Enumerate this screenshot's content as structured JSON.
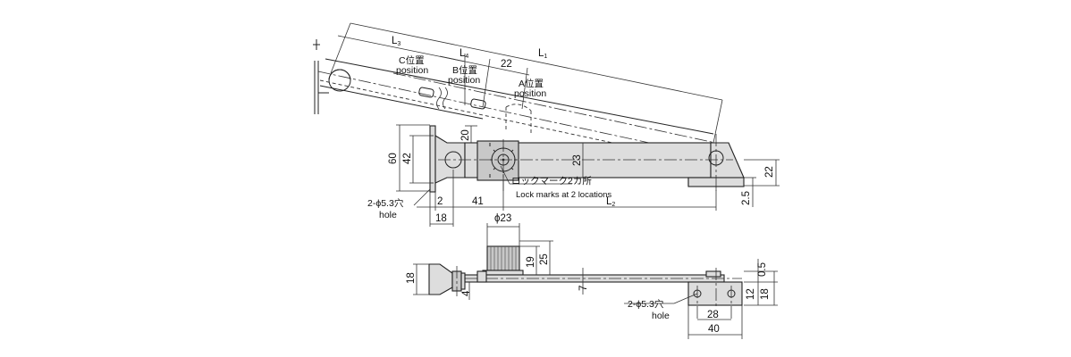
{
  "labels": {
    "L1": "L",
    "L1_sub": "1",
    "L2": "L",
    "L2_sub": "2",
    "L3": "L",
    "L3_sub": "3",
    "L4": "L",
    "L4_sub": "4",
    "pos_c_jp": "C位置",
    "pos_c_en": "position",
    "pos_b_jp": "B位置",
    "pos_b_en": "position",
    "pos_a_jp": "A位置",
    "pos_a_en": "position",
    "lock_jp": "ロックマーク2カ所",
    "lock_en": "Lock marks at 2 locations",
    "hole_top_spec": "2-ϕ5.3穴",
    "hole_top_en": "hole",
    "hole_bot_spec": "2-ϕ5.3穴",
    "hole_bot_en": "hole",
    "phi23": "ϕ23"
  },
  "dims": {
    "d22_top": "22",
    "d20": "20",
    "d23": "23",
    "d60": "60",
    "d42": "42",
    "d2": "2",
    "d18_top": "18",
    "d41": "41",
    "d22_right": "22",
    "d2_5": "2.5",
    "d19": "19",
    "d25": "25",
    "d18_side": "18",
    "d4": "4",
    "d7": "7",
    "d0_5": "0.5",
    "d12": "12",
    "d18_right": "18",
    "d28": "28",
    "d40": "40"
  }
}
